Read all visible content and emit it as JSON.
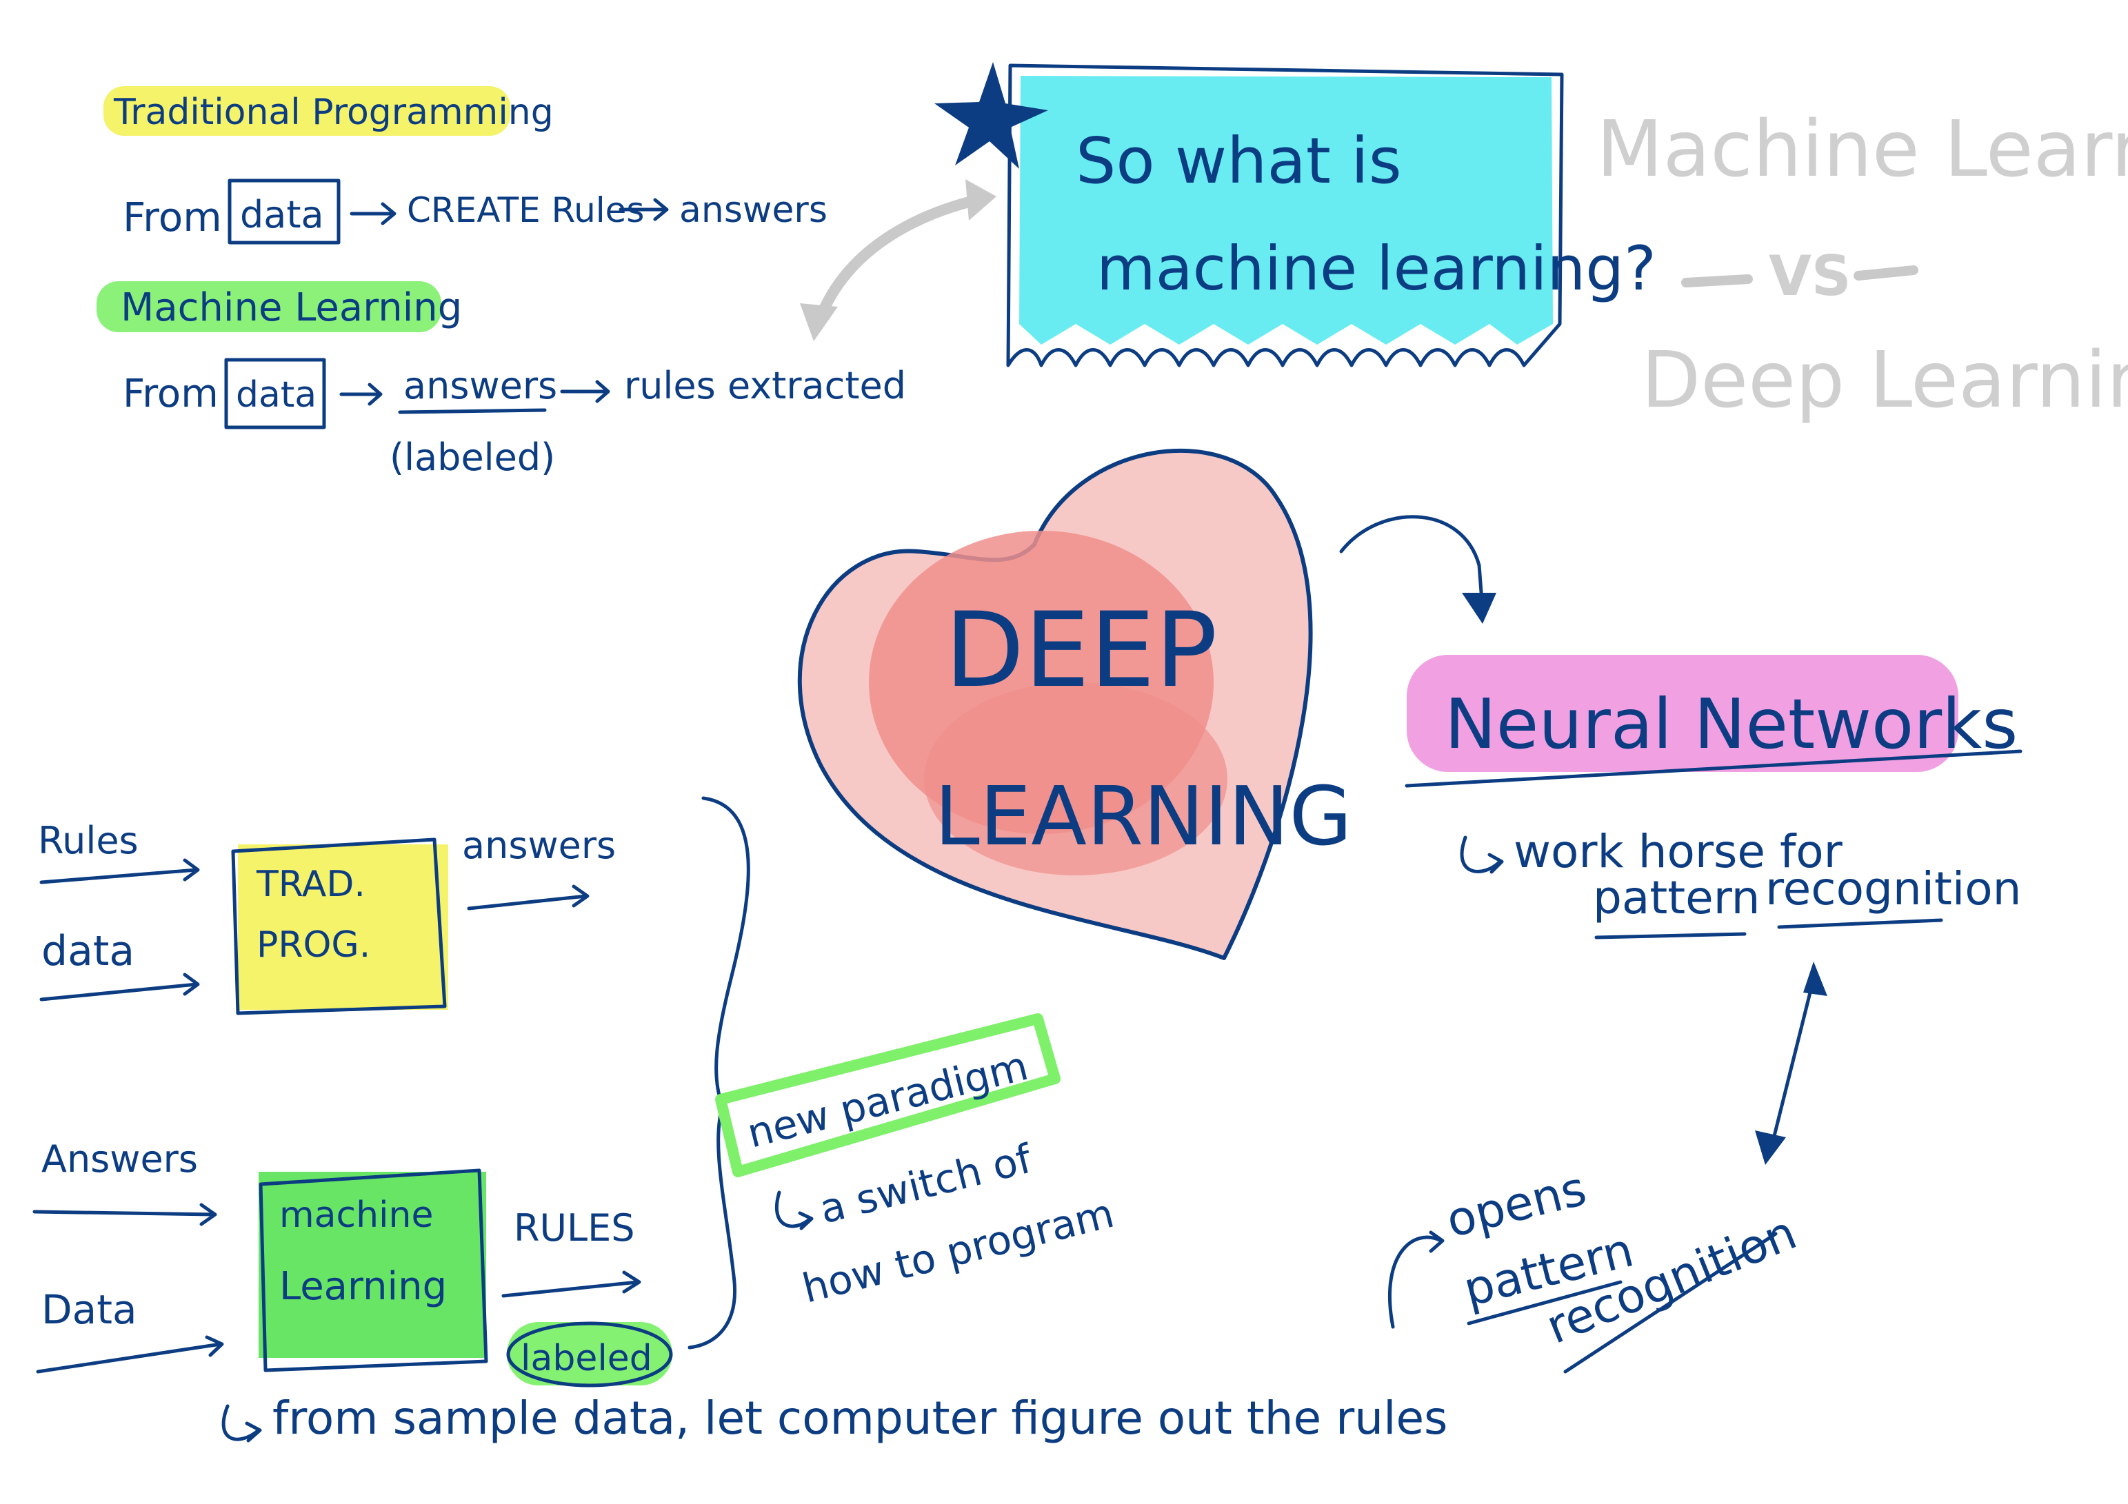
{
  "colors": {
    "ink": "#0c3c82",
    "yellow_highlight": "#f3f25a",
    "green_highlight": "#7ef06a",
    "cyan_fill": "#4ee9ef",
    "pink_highlight": "#ee8fdc",
    "heart_fill": "#f7c9c6",
    "heart_inner": "#f08f8c",
    "faded_gray": "#cfcfcf"
  },
  "top_left": {
    "trad_title": "Traditional Programming",
    "trad_from": "From",
    "trad_data": "data",
    "trad_create_rules": "CREATE Rules",
    "trad_answers": "answers",
    "ml_title": "Machine Learning",
    "ml_from": "From",
    "ml_data": "data",
    "ml_answers": "answers",
    "ml_labeled": "(labeled)",
    "ml_rules_extracted": "rules extracted"
  },
  "question_box": {
    "line1": "So what is",
    "line2": "machine learning?"
  },
  "faded_question": {
    "line1": "Machine Learning?",
    "vs": "VS",
    "line2": "Deep Learning?"
  },
  "heart": {
    "line1": "DEEP",
    "line2": "LEARNING"
  },
  "neural": {
    "title": "Neural Networks",
    "workhorse": "work horse for",
    "pattern": "pattern",
    "recognition": "recognition"
  },
  "trad_diagram": {
    "rules_in": "Rules",
    "data_in": "data",
    "box_line1": "TRAD.",
    "box_line2": "PROG.",
    "answers_out": "answers"
  },
  "ml_diagram": {
    "answers_in": "Answers",
    "data_in": "Data",
    "box_line1": "machine",
    "box_line2": "Learning",
    "rules_out": "RULES",
    "labeled": "labeled"
  },
  "paradigm": {
    "title": "new paradigm",
    "line2": "a switch of",
    "line3": "how to program"
  },
  "opens": {
    "line1": "opens",
    "line2": "pattern",
    "line3": "recognition"
  },
  "bottom_note": {
    "text": "from sample data, let computer figure out the rules"
  }
}
